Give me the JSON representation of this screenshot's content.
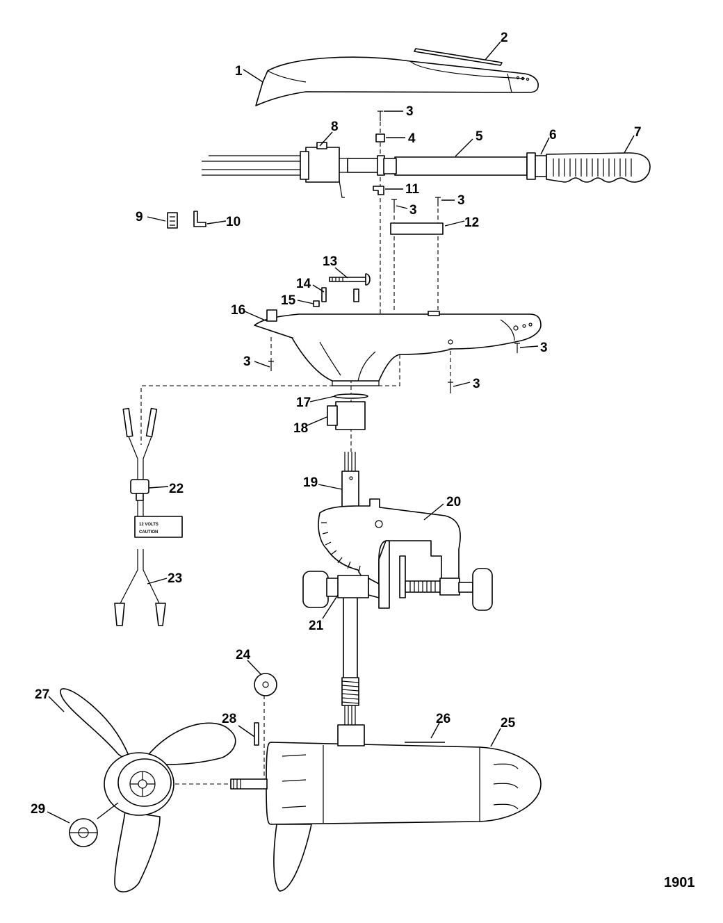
{
  "figure_number": "1901",
  "label_tag": {
    "line1": "12 VOLTS",
    "line2": "CAUTION"
  },
  "callouts": {
    "c1": "1",
    "c2": "2",
    "c3a": "3",
    "c3b": "3",
    "c3c": "3",
    "c3d": "3",
    "c3e": "3",
    "c3f": "3",
    "c4": "4",
    "c5": "5",
    "c6": "6",
    "c7": "7",
    "c8": "8",
    "c9": "9",
    "c10": "10",
    "c11": "11",
    "c12": "12",
    "c13": "13",
    "c14": "14",
    "c15": "15",
    "c16": "16",
    "c17": "17",
    "c18": "18",
    "c19": "19",
    "c20": "20",
    "c21": "21",
    "c22": "22",
    "c23": "23",
    "c24": "24",
    "c25": "25",
    "c26": "26",
    "c27": "27",
    "c28": "28",
    "c29": "29"
  }
}
